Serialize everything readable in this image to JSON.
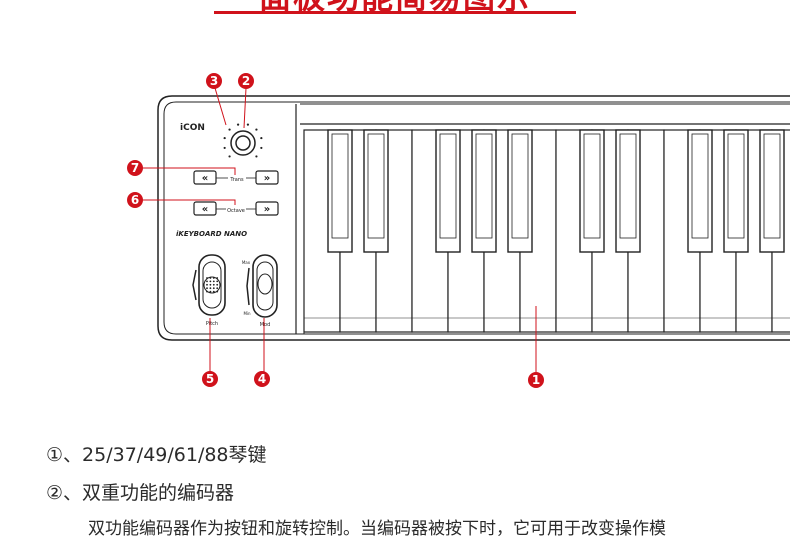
{
  "title": "面板功能简易图示",
  "device": {
    "brand": "iCON",
    "model": "iKEYBOARD NANO",
    "trans_label": "Trans",
    "octave_label": "Octave",
    "pitch_label": "Pitch",
    "mod_label": "Mod",
    "max_label": "Max",
    "min_label": "Min",
    "prev_symbol": "«",
    "next_symbol": "»"
  },
  "callouts": {
    "c1": "1",
    "c2": "2",
    "c3": "3",
    "c4": "4",
    "c5": "5",
    "c6": "6",
    "c7": "7"
  },
  "list": {
    "item1": "①、25/37/49/61/88琴键",
    "item2": "②、双重功能的编码器",
    "item2_desc": "双功能编码器作为按钮和旋转控制。当编码器被按下时，它可用于改变操作模"
  },
  "colors": {
    "accent": "#d0121b",
    "outline": "#222222"
  }
}
